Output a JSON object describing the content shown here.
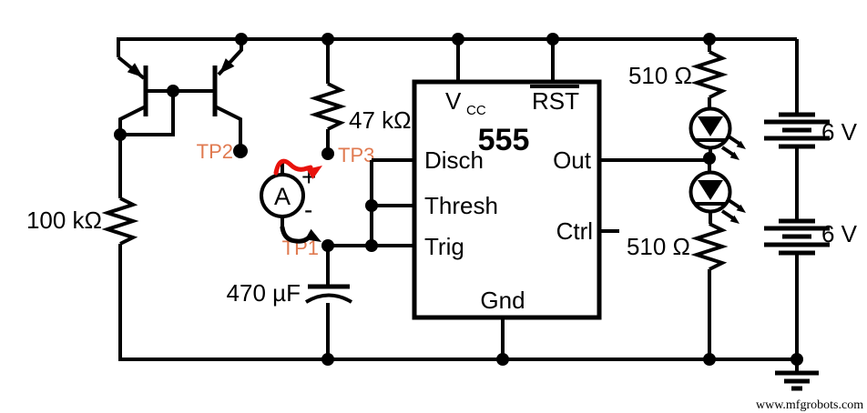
{
  "colors": {
    "wire": "#000000",
    "test_point": "#e07a50",
    "probe": "#e8120c"
  },
  "components": {
    "r_bias": "100 kΩ",
    "r_charge": "47 kΩ",
    "capacitor": "470 µF",
    "r_led_top": "510 Ω",
    "r_led_bottom": "510 Ω",
    "battery_top": "6 V",
    "battery_bottom": "6 V"
  },
  "test_points": {
    "tp1": "TP1",
    "tp2": "TP2",
    "tp3": "TP3"
  },
  "ammeter": {
    "label": "A",
    "plus": "+",
    "minus": "-"
  },
  "chip": {
    "name": "555",
    "pins": {
      "vcc_main": "V",
      "vcc_sub": "CC",
      "rst": "RST",
      "disch": "Disch",
      "thresh": "Thresh",
      "trig": "Trig",
      "gnd": "Gnd",
      "out": "Out",
      "ctrl": "Ctrl"
    }
  },
  "watermark": "www.mfgrobots.com"
}
